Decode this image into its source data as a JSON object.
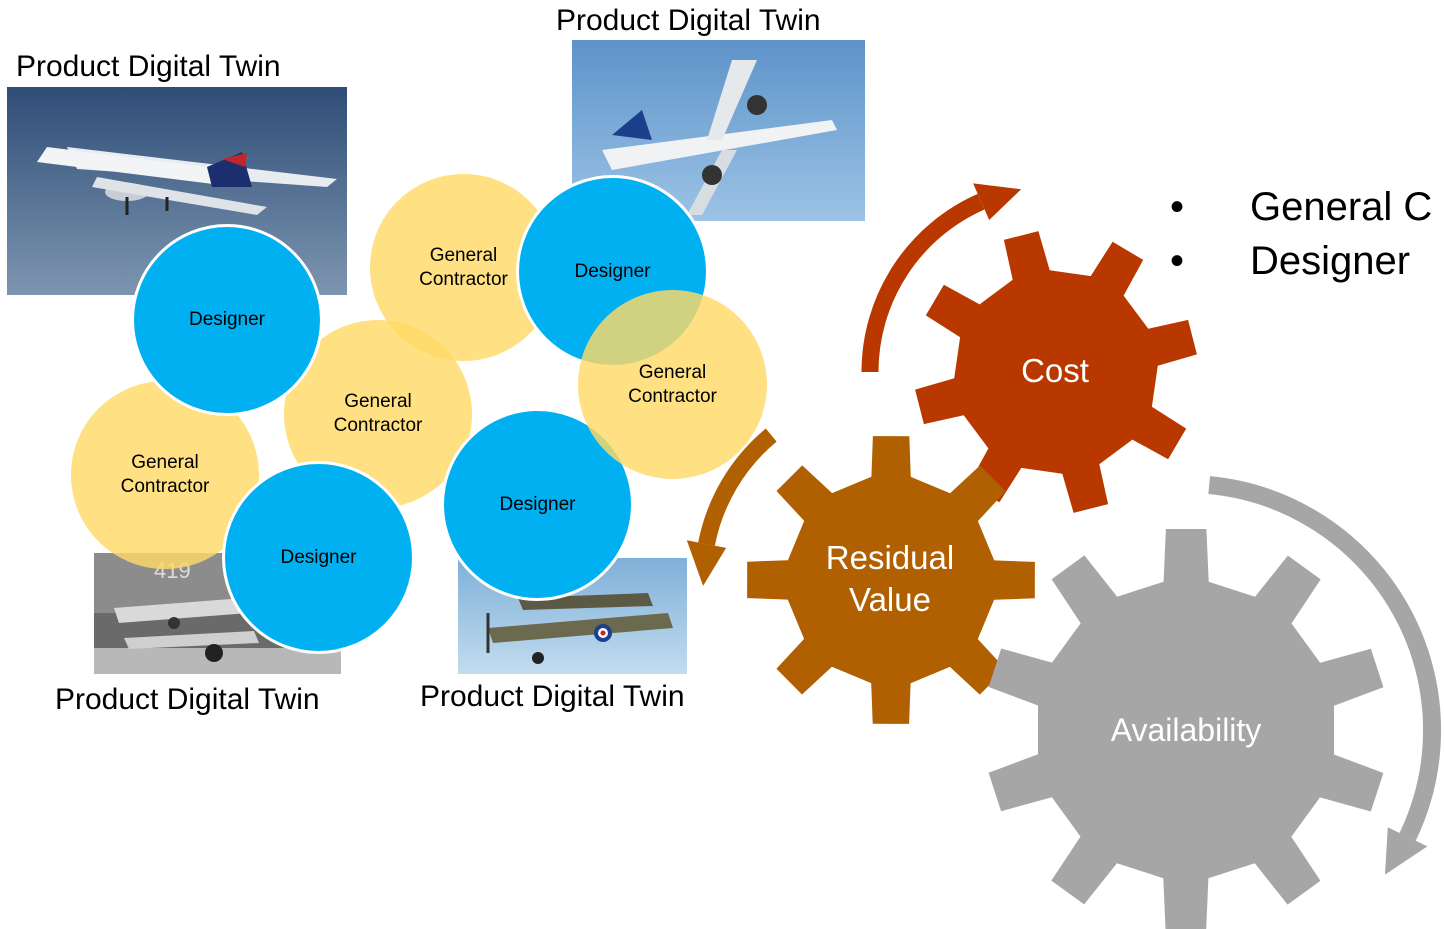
{
  "twins": [
    {
      "label": "Product Digital Twin",
      "photo": "airliner-photo"
    },
    {
      "label": "Product Digital Twin",
      "photo": "turboprop-photo"
    },
    {
      "label": "Product Digital Twin",
      "photo": "vintage-biplane-photo"
    },
    {
      "label": "Product Digital Twin",
      "photo": "vintage-monoplane-photo"
    }
  ],
  "circles": {
    "designer": "Designer",
    "general_contractor": [
      "General",
      "Contractor"
    ]
  },
  "gears": {
    "cost": "Cost",
    "residual_value": [
      "Residual",
      "Value"
    ],
    "availability": "Availability"
  },
  "colors": {
    "cost_gear": "#b83800",
    "residual_gear": "#b06000",
    "availability_gear": "#a6a6a6",
    "blue_circle": "#00b0f0",
    "yellow_circle": "#ffd966"
  },
  "bullets": {
    "marker": "•",
    "items": [
      "General C",
      "Designer"
    ]
  }
}
